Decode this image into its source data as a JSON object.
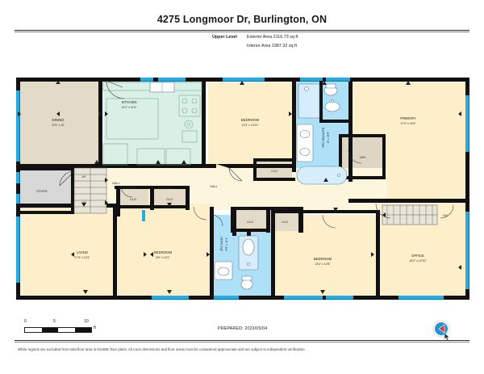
{
  "header": {
    "title": "4275 Longmoor Dr, Burlington, ON",
    "level_label": "Upper Level",
    "exterior_area": "Exterior Area 2116.73 sq ft",
    "interior_area": "Interior Area 1987.32 sq ft"
  },
  "footer": {
    "prepared": "PREPARED: 2023/05/04",
    "disclaimer": "White regions are excluded from total floor area in iGUIDE floor plans. All room dimensions and floor areas must be considered approximate and are subject to independent verification.",
    "scale": {
      "start": "0",
      "mid": "5",
      "end": "10",
      "unit": "ft"
    }
  },
  "colors": {
    "wall": "#111111",
    "window": "#29abe2",
    "room_cream": "#fcefca",
    "room_beige": "#e3dbc8",
    "room_mint": "#d9f0e6",
    "room_bath": "#aee0f7",
    "room_grey": "#d8d8d8",
    "hall_cream": "#fdf5dc",
    "logo_blue": "#2196d6",
    "logo_red": "#e03a3a"
  },
  "rooms": [
    {
      "id": "dining",
      "name": "DINING",
      "dims": "12'4\" x 12'"
    },
    {
      "id": "kitchen",
      "name": "KITCHEN",
      "dims": "14'1\" x 11'4\""
    },
    {
      "id": "bedroom1",
      "name": "BEDROOM",
      "dims": "12'3\" x 12'11\""
    },
    {
      "id": "ensuite",
      "name": "5PC ENSUITE",
      "dims": "8' x 13'9\""
    },
    {
      "id": "primary",
      "name": "PRIMARY",
      "dims": "17'4\" x 19'4\""
    },
    {
      "id": "living",
      "name": "LIVING",
      "dims": "17'5\" x 12'4\""
    },
    {
      "id": "bedroom2",
      "name": "BEDROOM",
      "dims": "8'9\" x 12'1\""
    },
    {
      "id": "bath4pc",
      "name": "4PC BATH",
      "dims": "8'9\" x 11'1\""
    },
    {
      "id": "bedroom3",
      "name": "BEDROOM",
      "dims": "13'4\" x 12'5\""
    },
    {
      "id": "office",
      "name": "OFFICE",
      "dims": "15'2\" x 12'10\""
    }
  ],
  "labels": {
    "foyer": "FOYER",
    "hall_left": "HALL",
    "hall_right": "HALL",
    "wic": "WIC",
    "up1": "UP",
    "up2": "UP",
    "dn": "DN",
    "clo": "CLO"
  },
  "closets": [
    "CLO",
    "CLO",
    "CLO",
    "CLO",
    "CLO",
    "CLO"
  ]
}
